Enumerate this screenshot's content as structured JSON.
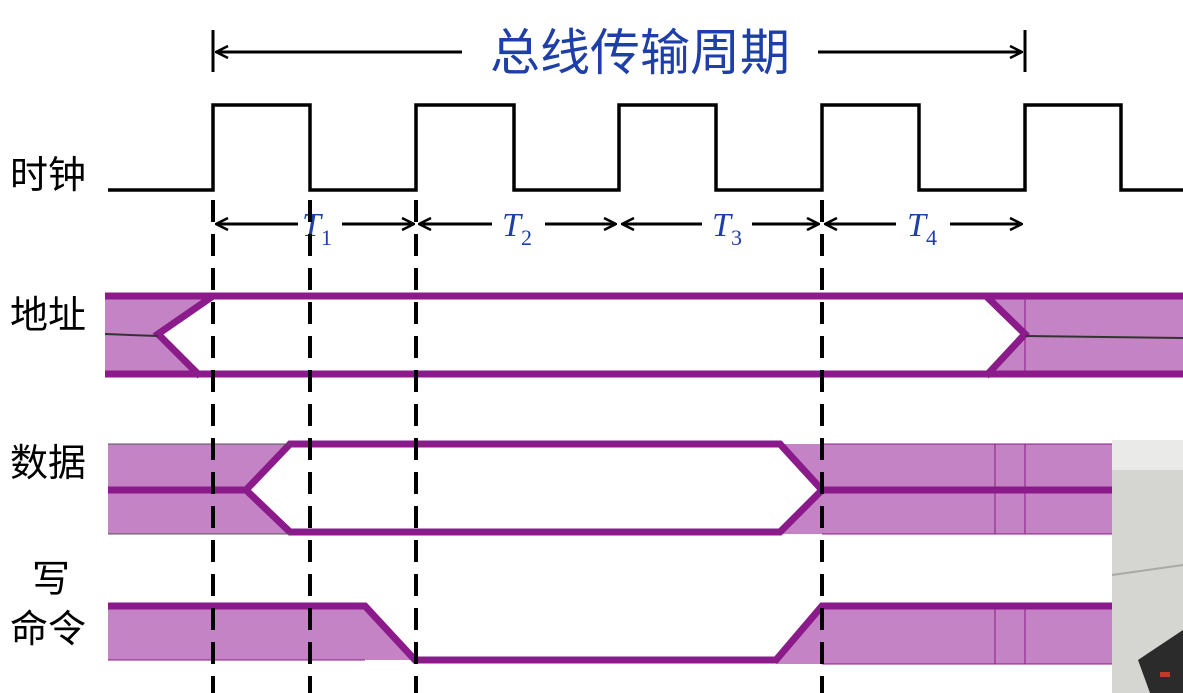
{
  "title": "总线传输周期",
  "signals": {
    "clock": "时钟",
    "address": "地址",
    "data": "数据",
    "write_line1": "写",
    "write_line2": "命令"
  },
  "periods": [
    {
      "letter": "T",
      "sub": "1"
    },
    {
      "letter": "T",
      "sub": "2"
    },
    {
      "letter": "T",
      "sub": "3"
    },
    {
      "letter": "T",
      "sub": "4"
    }
  ],
  "colors": {
    "bus_fill": "#c483c4",
    "bus_line": "#8b1a8b",
    "title": "#1f3fa8",
    "black": "#000000"
  }
}
